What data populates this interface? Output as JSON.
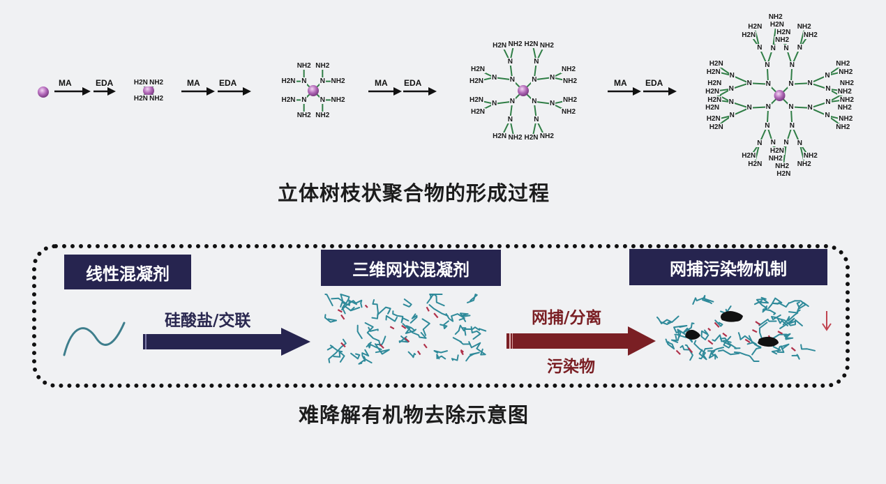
{
  "top": {
    "caption": "立体树枝状聚合物的形成过程",
    "steps": [
      {
        "ma": "MA",
        "eda": "EDA"
      },
      {
        "ma": "MA",
        "eda": "EDA"
      },
      {
        "ma": "MA",
        "eda": "EDA"
      },
      {
        "ma": "MA",
        "eda": "EDA"
      }
    ],
    "generations": [
      0,
      1,
      2,
      3,
      4
    ],
    "amine_label": "NH2",
    "amine_label_left": "H2N",
    "nitrogen_label": "N",
    "colors": {
      "core": "#b26ab8",
      "bond": "#2f7d45",
      "text": "#1a1a1a"
    }
  },
  "bottom": {
    "caption": "难降解有机物去除示意图",
    "panels": [
      {
        "title": "线性混凝剂"
      },
      {
        "title": "三维网状混凝剂"
      },
      {
        "title": "网捕污染物机制"
      }
    ],
    "arrow1": {
      "label": "硅酸盐/交联"
    },
    "arrow2": {
      "label_top": "网捕/分离",
      "label_bottom": "污染物"
    },
    "colors": {
      "navy": "#26244f",
      "darkred": "#7a1f24",
      "network": "#2f8a9a",
      "crosslink": "#b0314a"
    }
  }
}
